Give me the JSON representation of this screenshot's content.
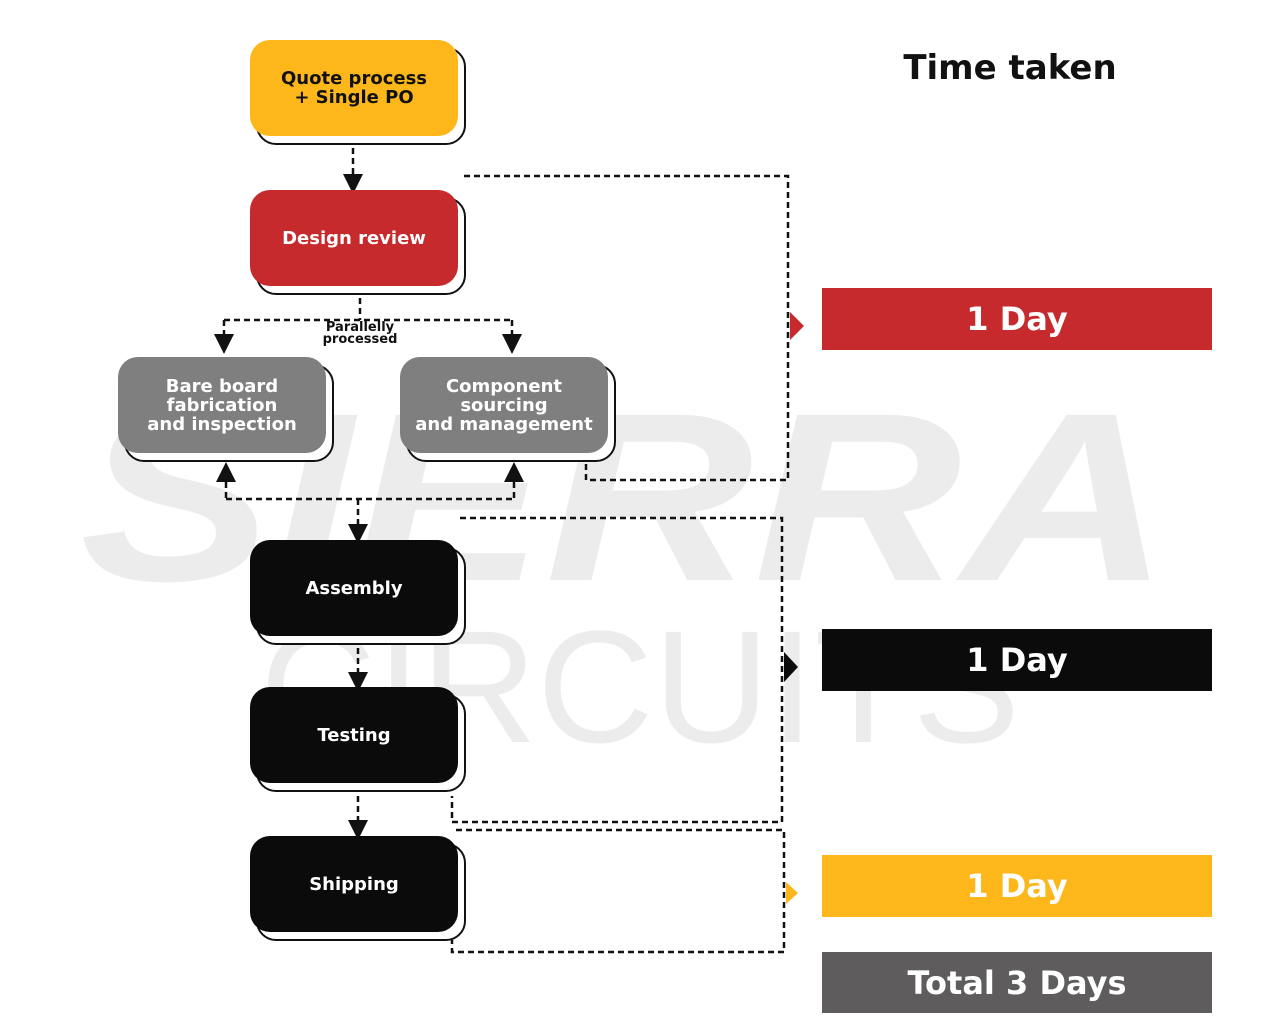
{
  "watermark": {
    "line1": "SIERRA",
    "line2": "CIRCUITS"
  },
  "header": {
    "title": "Time taken"
  },
  "steps": [
    {
      "label": "Quote process\n+ Single PO",
      "color": "#FDB71A",
      "text_color": "#111111"
    },
    {
      "label": "Design review",
      "color": "#C62A2D",
      "text_color": "#ffffff"
    },
    {
      "label": "Bare board\nfabrication\nand inspection",
      "color": "#7F7F7F",
      "text_color": "#ffffff"
    },
    {
      "label": "Component\nsourcing\nand management",
      "color": "#7F7F7F",
      "text_color": "#ffffff"
    },
    {
      "label": "Assembly",
      "color": "#0B0B0B",
      "text_color": "#ffffff"
    },
    {
      "label": "Testing",
      "color": "#0B0B0B",
      "text_color": "#ffffff"
    },
    {
      "label": "Shipping",
      "color": "#0B0B0B",
      "text_color": "#ffffff"
    }
  ],
  "branch_note": "Parallelly\nprocessed",
  "durations": [
    {
      "label": "1 Day",
      "color": "#C62A2D"
    },
    {
      "label": "1 Day",
      "color": "#0B0B0B"
    },
    {
      "label": "1 Day",
      "color": "#FDB71A"
    }
  ],
  "total": {
    "label": "Total 3 Days",
    "color": "#5E5C5C"
  }
}
